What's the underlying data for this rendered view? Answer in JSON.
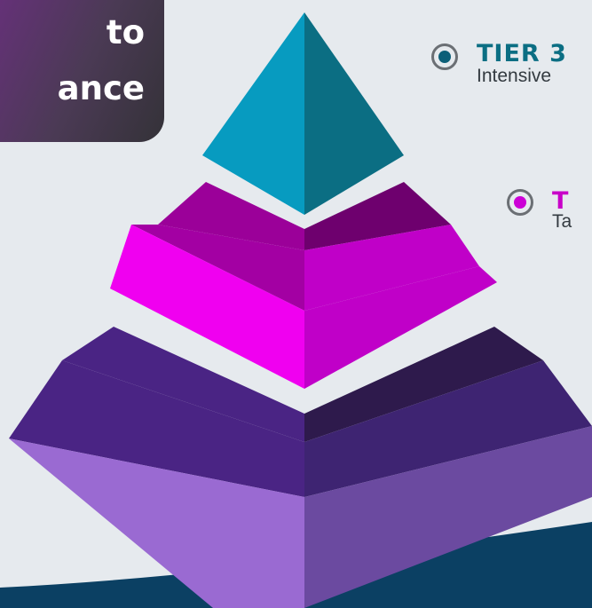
{
  "title": {
    "line1": "to",
    "line2": "ance"
  },
  "tiers": [
    {
      "title": "TIER 3",
      "description": "Intensive",
      "color": "#0b6e83",
      "dot_color": "#0c5f78"
    },
    {
      "title": "T",
      "description": "Ta",
      "color": "#c800c8",
      "dot_color": "#cc00d6"
    }
  ],
  "pyramid_colors": {
    "tier3": [
      "#079bc0",
      "#0b6e83"
    ],
    "tier2": [
      "#f000f0",
      "#c000c8",
      "#9b0099",
      "#6e006e"
    ],
    "tier1": [
      "#9a6ad2",
      "#6b4aa0",
      "#4a2484",
      "#2e1a4c"
    ]
  },
  "background": {
    "page": "#e6eaee",
    "wave": "#0b4063"
  }
}
